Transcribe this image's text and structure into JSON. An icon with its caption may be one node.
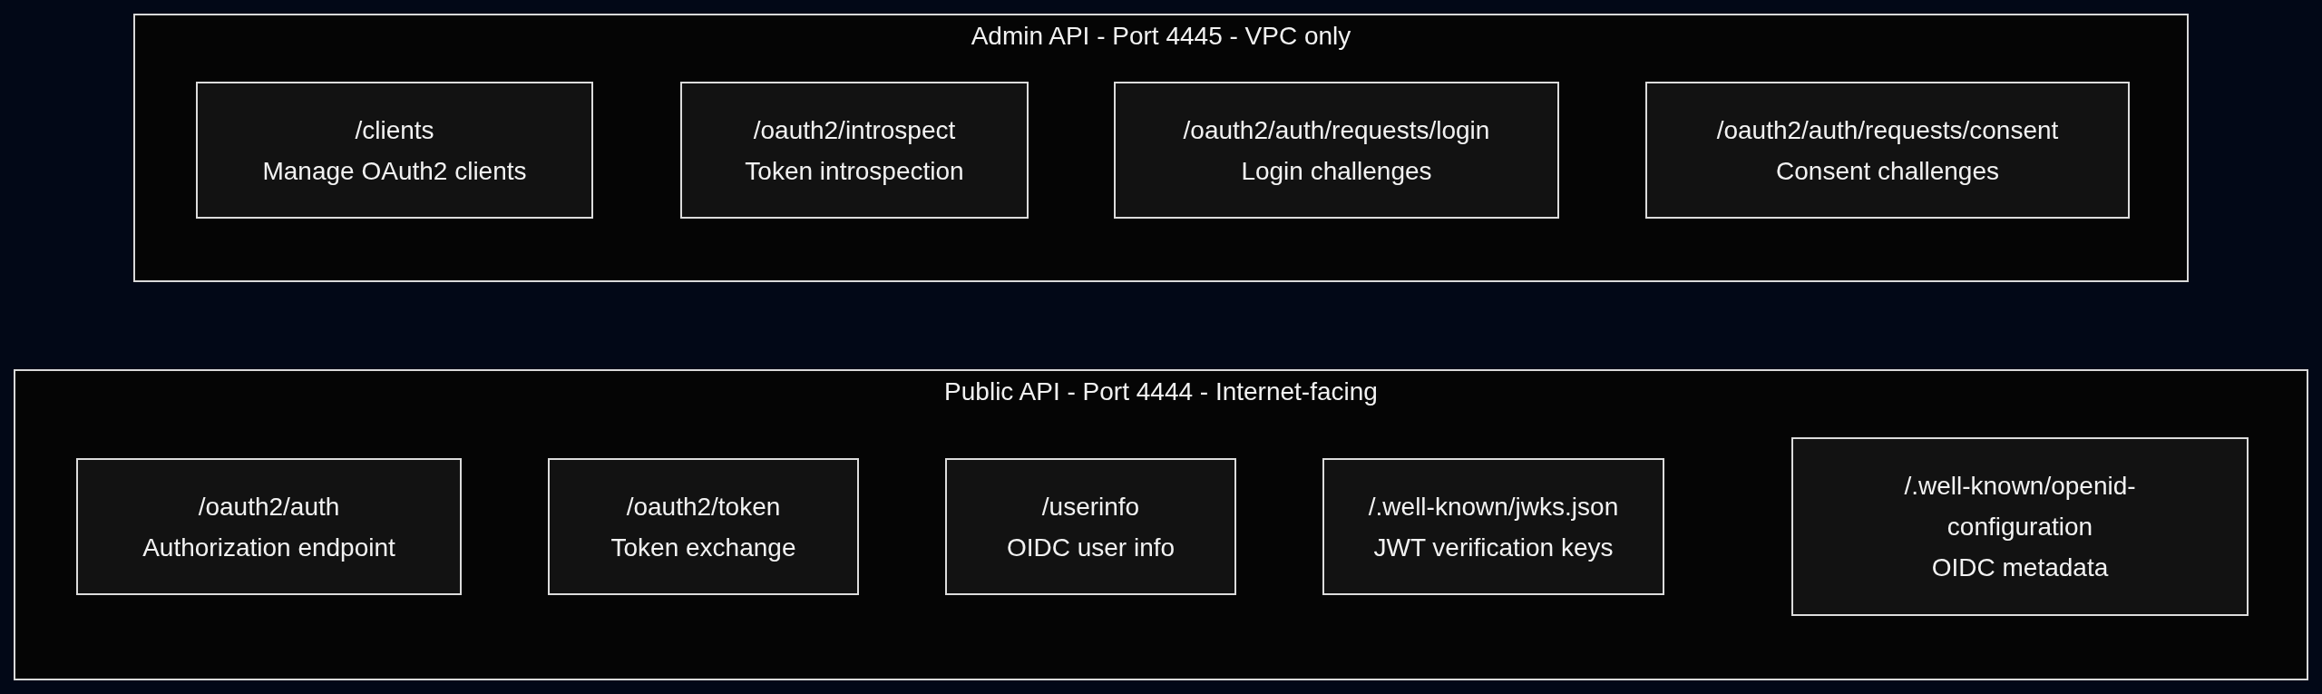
{
  "diagram": {
    "nodes": [
      {
        "text": [
          "Admin API - Port 4445 - VPC only"
        ]
      },
      {
        "text": [
          "/clients",
          "Manage OAuth2 clients"
        ],
        "in": 0
      },
      {
        "text": [
          "/oauth2/introspect",
          "Token introspection"
        ],
        "in": 0
      },
      {
        "text": [
          "/oauth2/auth/requests/login",
          "Login challenges"
        ],
        "in": 0
      },
      {
        "text": [
          "/oauth2/auth/requests/consent",
          "Consent challenges"
        ],
        "in": 0
      },
      {
        "text": [
          "Public API - Port 4444 - Internet-facing"
        ]
      },
      {
        "text": [
          "/oauth2/auth",
          "Authorization endpoint"
        ],
        "in": 5
      },
      {
        "text": [
          "/oauth2/token",
          "Token exchange"
        ],
        "in": 5
      },
      {
        "text": [
          "/userinfo",
          "OIDC user info"
        ],
        "in": 5
      },
      {
        "text": [
          "/.well-known/jwks.json",
          "JWT verification keys"
        ],
        "in": 5
      },
      {
        "text": [
          "/.well-known/openid-configuration",
          "OIDC metadata"
        ],
        "in": 5
      }
    ],
    "edges": []
  }
}
